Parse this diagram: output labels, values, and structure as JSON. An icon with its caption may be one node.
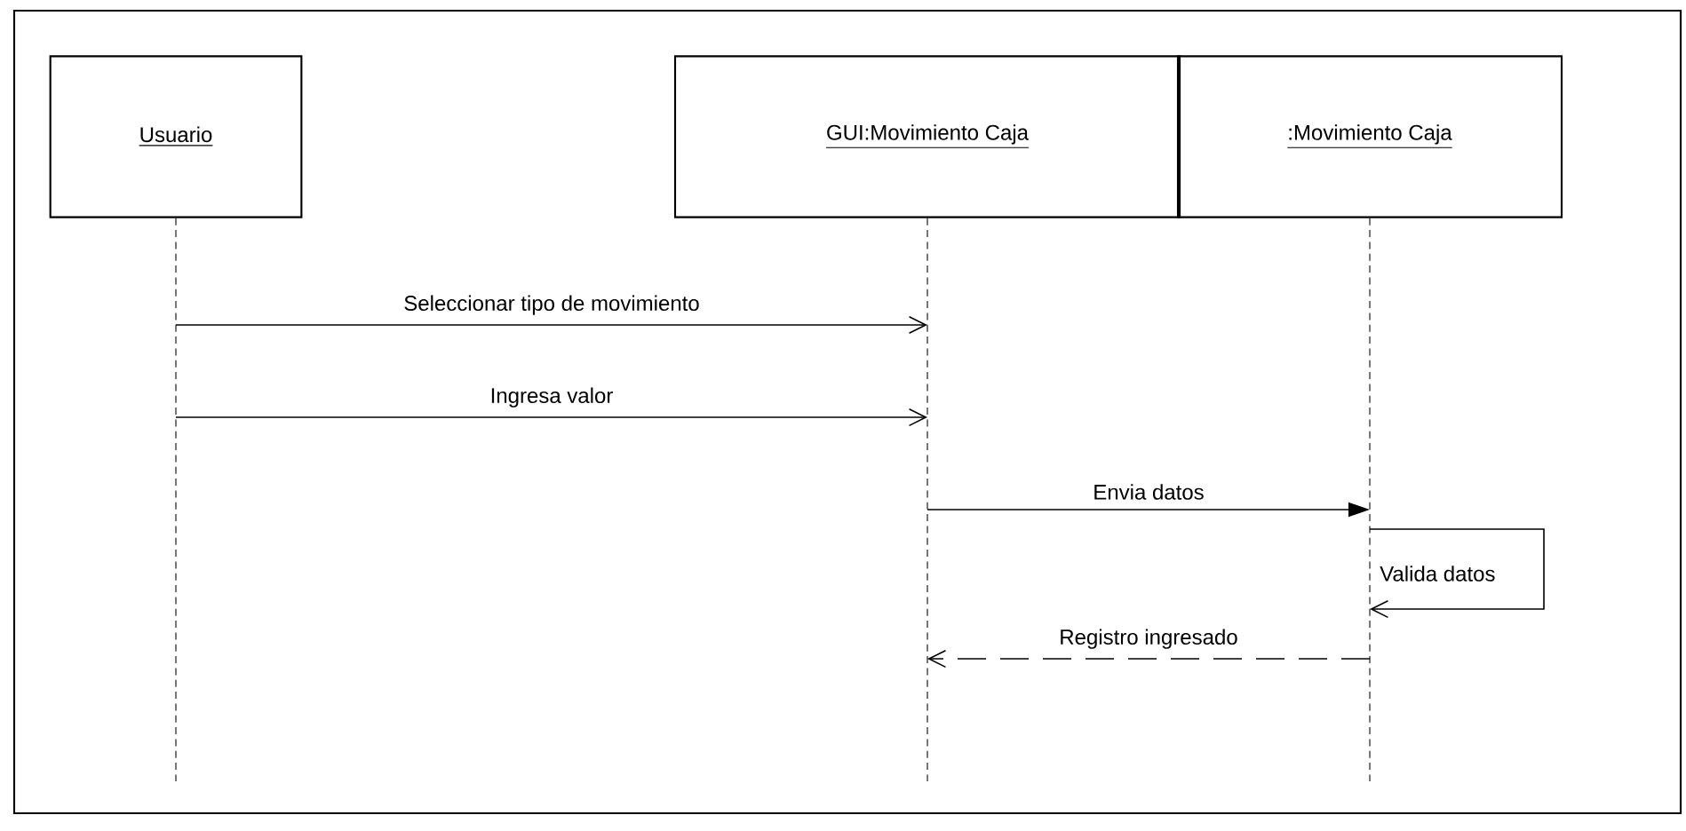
{
  "diagram": {
    "nodes": [
      {
        "text": [
          "Usuario"
        ]
      },
      {
        "text": [
          "GUI:Movimiento Caja"
        ]
      },
      {
        "text": [
          ":Movimiento Caja"
        ]
      }
    ],
    "edges": [
      {
        "from": 0,
        "to": 1,
        "arrow": "to",
        "label": "Seleccionar tipo de movimiento"
      },
      {
        "from": 0,
        "to": 1,
        "arrow": "to",
        "label": "Ingresa valor"
      },
      {
        "from": 1,
        "to": 2,
        "arrow": "to",
        "label": "Envia datos"
      },
      {
        "from": 2,
        "to": 2,
        "arrow": "to",
        "label": "Valida datos"
      },
      {
        "from": 2,
        "to": 1,
        "arrow": "to",
        "label": "Registro ingresado",
        "style": "dashed"
      }
    ]
  }
}
